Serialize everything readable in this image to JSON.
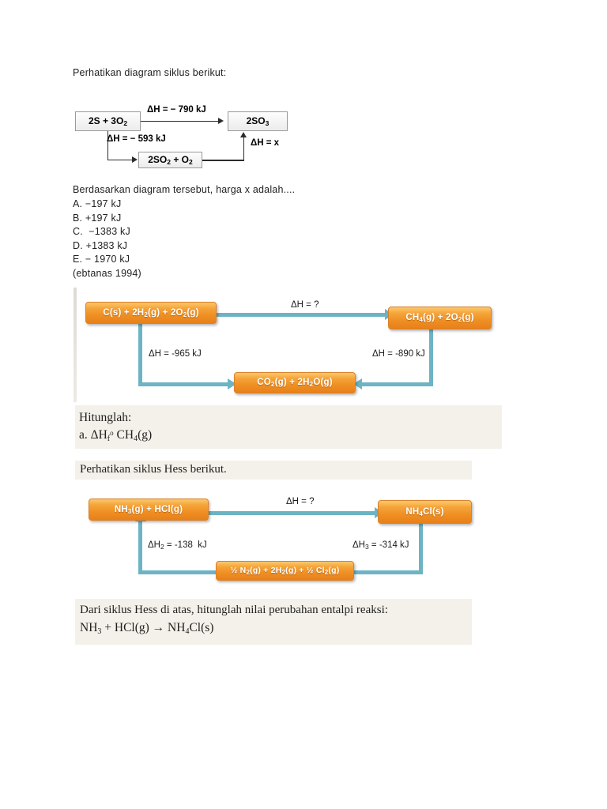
{
  "document": {
    "intro_text": "Perhatikan diagram siklus berikut:",
    "question_stem": "Berdasarkan diagram tersebut, harga x adalah....",
    "options": [
      "A. −197 kJ",
      "B. +197 kJ",
      "C.  −1383 kJ",
      "D. +1383 kJ",
      "E. − 1970 kJ"
    ],
    "source_note": "(ebtanas 1994)"
  },
  "diagram1": {
    "type": "hess-cycle",
    "style": "grey-box-black-arrow",
    "boxes": {
      "reactants": "2S + 3O2",
      "product_top": "2SO3",
      "intermediate": "2SO2 + O2"
    },
    "labels": {
      "top_arrow": "ΔH = − 790 kJ",
      "left_arrow": "ΔH = − 593 kJ",
      "right_arrow": "ΔH = x"
    }
  },
  "diagram2": {
    "type": "hess-cycle",
    "style": "orange-box-teal-arrow",
    "boxes": {
      "reactants": "C(s) + 2H2(g) + 2O2(g)",
      "product_right": "CH4(g) + 2O2(g)",
      "product_bottom": "CO2(g) + 2H2O(g)"
    },
    "labels": {
      "top_arrow": "ΔH = ?",
      "left_arrow": "ΔH = -965 kJ",
      "right_arrow": "ΔH = -890 kJ"
    }
  },
  "hitunglah": {
    "heading": "Hitunglah:",
    "item_a": "a. ΔHf° CH4(g)"
  },
  "hess_heading": "Perhatikan siklus Hess berikut.",
  "diagram3": {
    "type": "hess-cycle",
    "style": "orange-box-teal-arrow",
    "boxes": {
      "reactants": "NH3(g) + HCl(g)",
      "product_right": "NH4Cl(s)",
      "bottom": "½ N2(g) + 2H2(g) + ½ Cl2(g)"
    },
    "labels": {
      "top_arrow": "ΔH = ?",
      "left_arrow": "ΔH2 = -138  kJ",
      "right_arrow": "ΔH3 = -314 kJ"
    }
  },
  "closing": {
    "line1": "Dari siklus Hess di atas, hitunglah nilai perubahan entalpi reaksi:",
    "line2": "NH3 + HCl(g) → NH4Cl(s)"
  },
  "colors": {
    "orange_top": "#fcc96b",
    "orange_bottom": "#e8801a",
    "teal_arrow": "#6cb4c4",
    "grey_box": "#ececec",
    "cream_band": "#f3f1ea"
  }
}
